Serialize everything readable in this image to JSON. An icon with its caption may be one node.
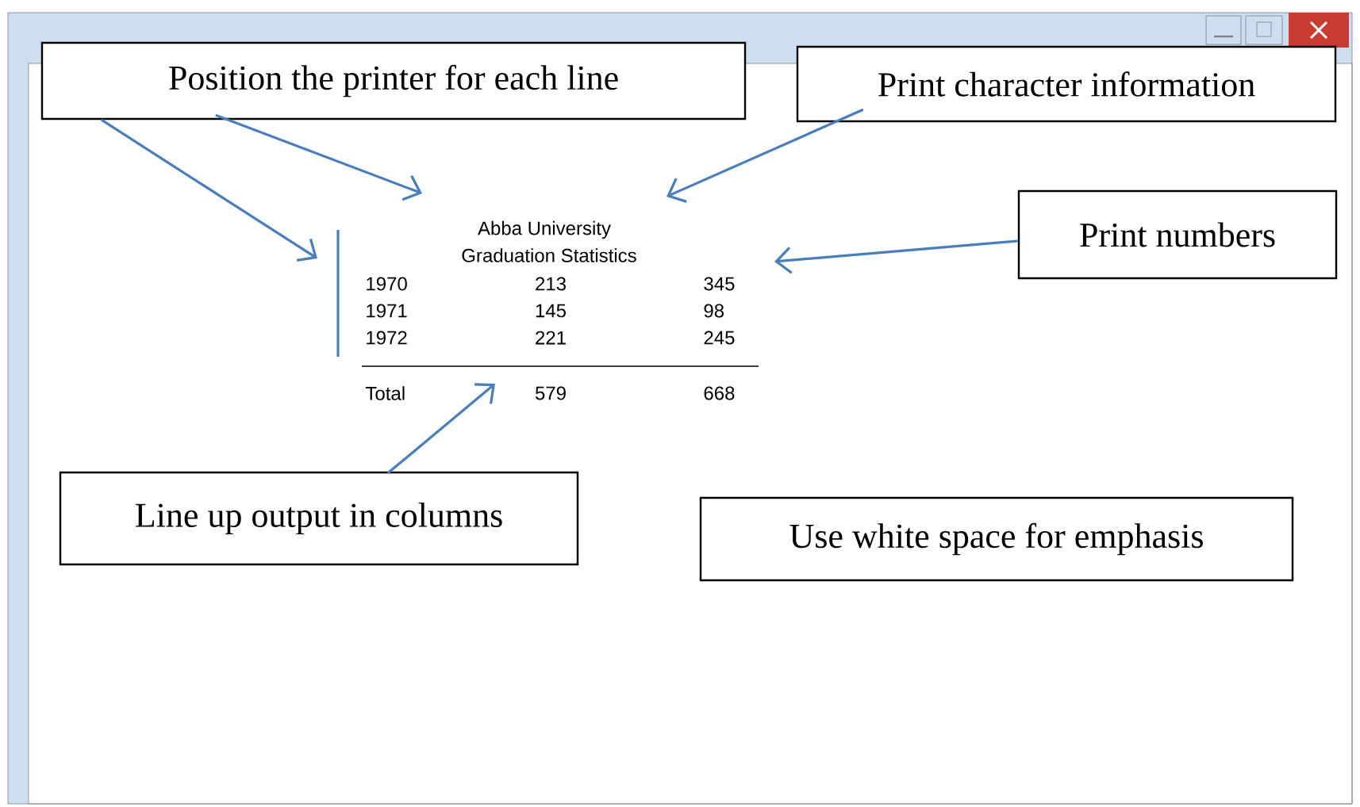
{
  "diagram": {
    "nodes": [
      {
        "text": [
          "Position the printer for each line"
        ]
      },
      {
        "text": [
          "Print character information"
        ]
      },
      {
        "text": [
          "Print numbers"
        ]
      },
      {
        "text": [
          "Line up output in columns"
        ]
      },
      {
        "text": [
          "Use white space for emphasis"
        ]
      }
    ],
    "edges": [
      {
        "from": 0,
        "to": null,
        "arrow": "to"
      },
      {
        "from": 0,
        "to": null,
        "arrow": "to"
      },
      {
        "from": 1,
        "to": null,
        "arrow": "to"
      },
      {
        "from": 2,
        "to": null,
        "arrow": "to"
      },
      {
        "from": 3,
        "to": null,
        "arrow": "to"
      }
    ],
    "labels": [
      "Abba University",
      "Graduation Statistics",
      "1970",
      "213",
      "345",
      "1971",
      "145",
      "98",
      "1972",
      "221",
      "245",
      "Total",
      "579",
      "668"
    ]
  }
}
